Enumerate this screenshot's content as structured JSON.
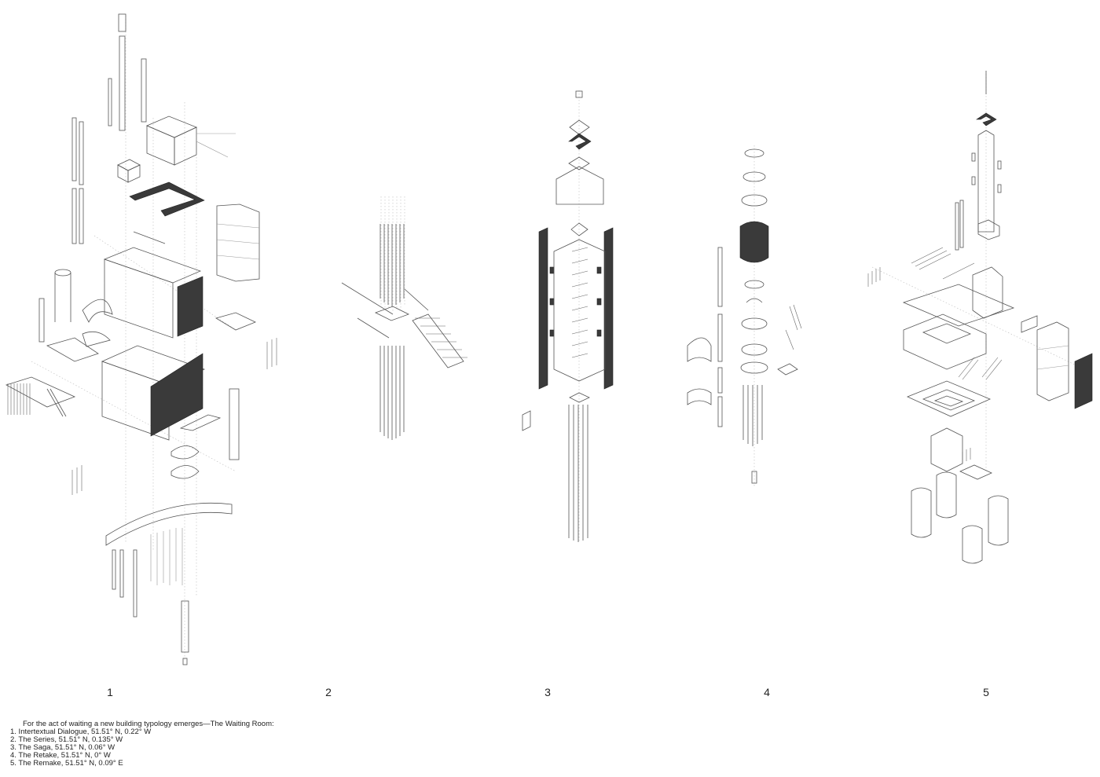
{
  "labels": [
    "1",
    "2",
    "3",
    "4",
    "5"
  ],
  "caption": {
    "intro": "For the act of waiting a new building typology emerges—The Waiting Room:",
    "lines": [
      "1. Intertextual Dialogue, 51.51° N, 0.22° W",
      "2. The Series, 51.51° N, 0.135° W",
      "3. The Saga, 51.51° N, 0.06° W",
      "4. The Retake, 51.51° N, 0° W",
      "5. The Remake, 51.51° N, 0.09° E"
    ]
  }
}
